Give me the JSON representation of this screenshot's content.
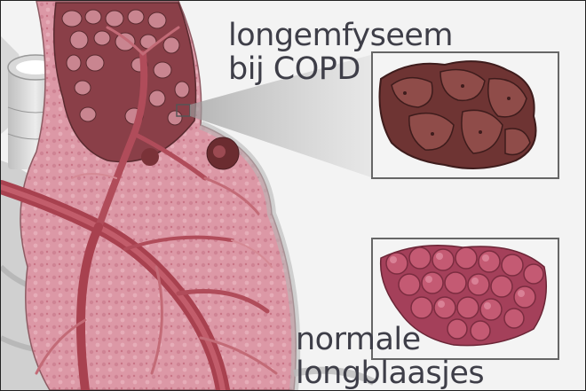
{
  "labels": {
    "emphysema": {
      "line1": "longemfyseem",
      "line2": "bij COPD"
    },
    "normal": {
      "line1": "normale",
      "line2": "longblaasjes"
    }
  },
  "colors": {
    "lung_pink": "#d9909f",
    "vessel_red": "#b54d5d",
    "emphysema_brown": "#6e3433",
    "alveoli_pink": "#c45a73",
    "label_text": "#3e3e48"
  }
}
